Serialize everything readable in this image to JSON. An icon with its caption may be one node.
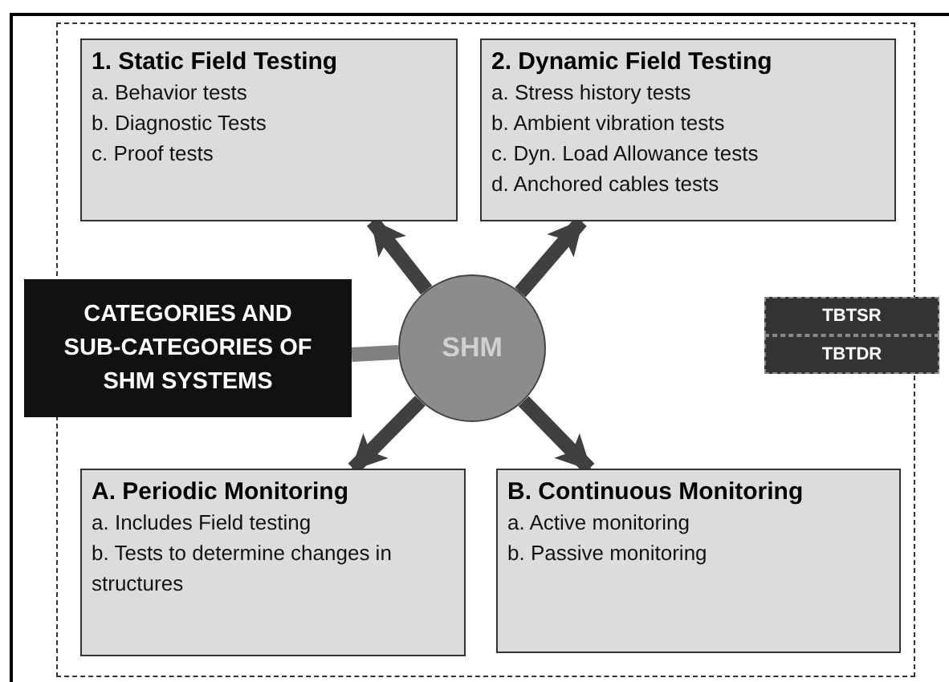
{
  "diagram": {
    "nodes": [
      {
        "text": [
          "1. Static Field Testing",
          "a. Behavior tests",
          "b. Diagnostic Tests",
          "c. Proof tests"
        ]
      },
      {
        "text": [
          "2. Dynamic Field Testing",
          "a. Stress history tests",
          "b. Ambient vibration tests",
          "c. Dyn. Load Allowance tests",
          "d. Anchored cables tests"
        ]
      },
      {
        "text": [
          "CATEGORIES AND SUB-CATEGORIES OF SHM SYSTEMS"
        ]
      },
      {
        "text": [
          "SHM"
        ]
      },
      {
        "text": [
          "A. Periodic Monitoring",
          "a. Includes Field testing",
          "b. Tests to determine changes in structures"
        ]
      },
      {
        "text": [
          "B. Continuous Monitoring",
          "a. Active monitoring",
          "b. Passive monitoring"
        ]
      },
      {
        "text": [
          "TBTSR"
        ]
      },
      {
        "text": [
          "TBTDR"
        ]
      }
    ],
    "edges": [
      {
        "from": 3,
        "to": 0,
        "arrow": "to"
      },
      {
        "from": 3,
        "to": 1,
        "arrow": "to"
      },
      {
        "from": 3,
        "to": 4,
        "arrow": "to"
      },
      {
        "from": 3,
        "to": 5,
        "arrow": "to"
      },
      {
        "from": 2,
        "to": 3,
        "arrow": "none",
        "color": "#808080"
      }
    ]
  }
}
